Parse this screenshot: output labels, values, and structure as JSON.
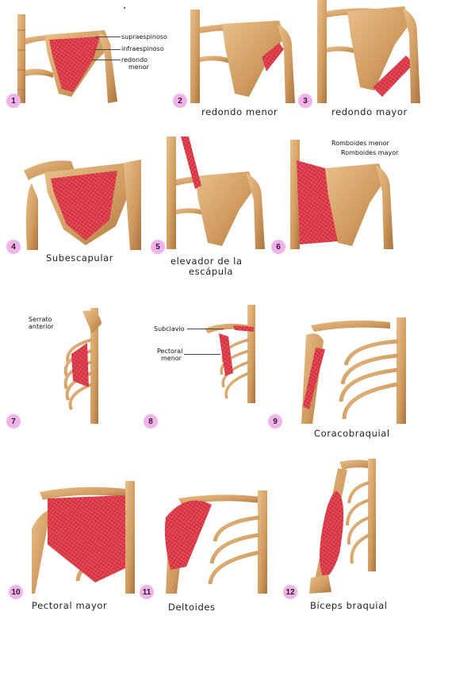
{
  "panels": [
    {
      "number": "1",
      "caption": "",
      "labels": [
        "supraespinoso",
        "infraespinoso",
        "redondo",
        "menor"
      ]
    },
    {
      "number": "2",
      "caption": "redondo menor",
      "labels": []
    },
    {
      "number": "3",
      "caption": "redondo mayor",
      "labels": []
    },
    {
      "number": "4",
      "caption": "Subescapular",
      "labels": []
    },
    {
      "number": "5",
      "caption": "elevador de la",
      "caption2": "escápula",
      "labels": []
    },
    {
      "number": "6",
      "caption": "",
      "labels": [
        "Romboides menor",
        "Romboides mayor"
      ]
    },
    {
      "number": "7",
      "caption": "",
      "labels": [
        "Serrato",
        "anterior"
      ]
    },
    {
      "number": "8",
      "caption": "",
      "labels": [
        "Subclavio",
        "Pectoral",
        "menor"
      ]
    },
    {
      "number": "9",
      "caption": "Coracobraquial",
      "labels": []
    },
    {
      "number": "10",
      "caption": "Pectoral mayor",
      "labels": []
    },
    {
      "number": "11",
      "caption": "Deltoides",
      "labels": []
    },
    {
      "number": "12",
      "caption": "Bíceps braquial",
      "labels": []
    }
  ],
  "colors": {
    "bone": "#d8a56a",
    "bone_dark": "#a8743f",
    "muscle": "#d92f3b",
    "muscle_light": "#f05a66",
    "badge": "#f3b3ea"
  }
}
